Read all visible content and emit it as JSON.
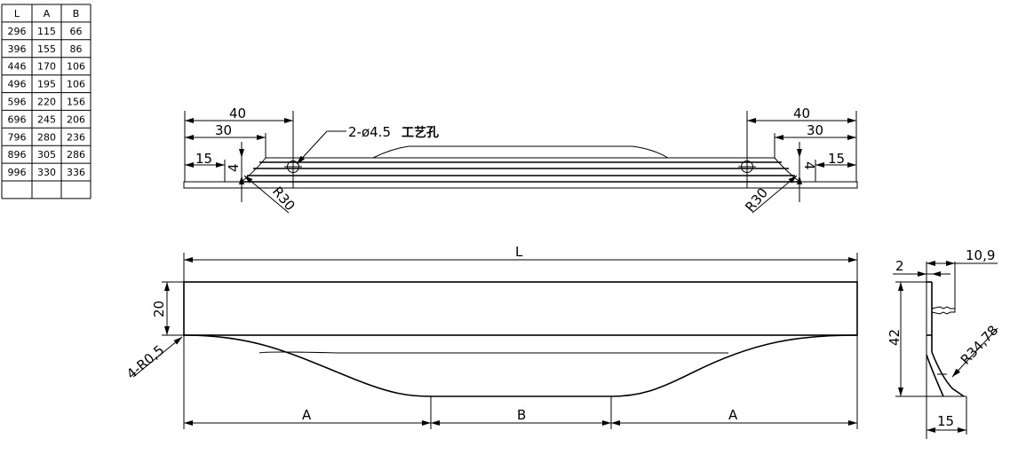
{
  "table": {
    "headers": [
      "L",
      "A",
      "B"
    ],
    "rows": [
      [
        "296",
        "115",
        "66"
      ],
      [
        "396",
        "155",
        "86"
      ],
      [
        "446",
        "170",
        "106"
      ],
      [
        "496",
        "195",
        "106"
      ],
      [
        "596",
        "220",
        "156"
      ],
      [
        "696",
        "245",
        "206"
      ],
      [
        "796",
        "280",
        "236"
      ],
      [
        "896",
        "305",
        "286"
      ],
      [
        "996",
        "330",
        "336"
      ],
      [
        "",
        "",
        ""
      ]
    ]
  },
  "top_view": {
    "dim_40": "40",
    "dim_30": "30",
    "dim_15": "15",
    "dim_4": "4",
    "radius": "R30",
    "hole_note": "2-ø4.5",
    "hole_note_cn": "工艺孔"
  },
  "front_view": {
    "dim_L": "L",
    "dim_20": "20",
    "corner_note": "4-R0,5",
    "dim_A": "A",
    "dim_B": "B"
  },
  "side_view": {
    "dim_2": "2",
    "dim_10_9": "10,9",
    "dim_42": "42",
    "radius": "R34,78",
    "dim_15": "15"
  }
}
